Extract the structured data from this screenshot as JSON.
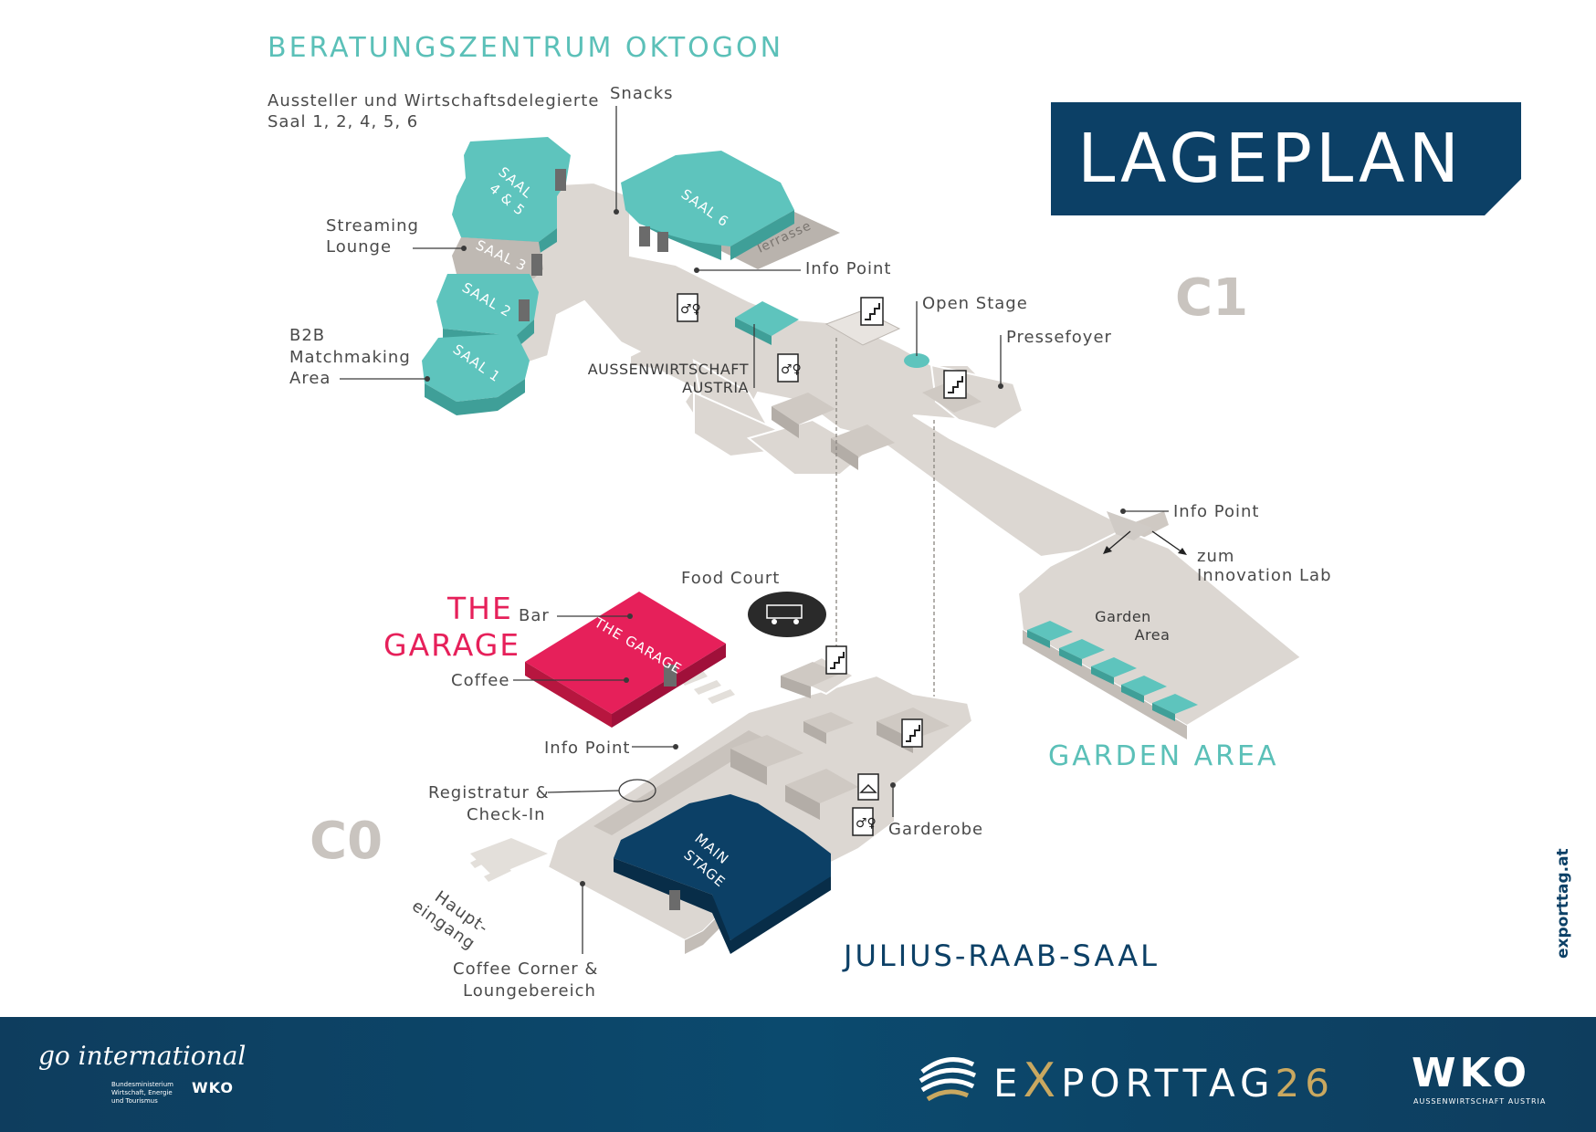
{
  "title": "LAGEPLAN",
  "halls": {
    "oktogon": "BERATUNGSZENTRUM OKTOGON",
    "garden": "GARDEN AREA",
    "julius": "JULIUS-RAAB-SAAL",
    "garage_line1": "THE",
    "garage_line2": "GARAGE"
  },
  "levels": {
    "c1": "C1",
    "c0": "C0"
  },
  "rooms": {
    "saal45_a": "SAAL",
    "saal45_b": "4 & 5",
    "saal6": "SAAL 6",
    "saal3": "SAAL 3",
    "saal2": "SAAL 2",
    "saal1": "SAAL 1",
    "terrasse": "Terrasse",
    "garage_room": "THE GARAGE",
    "main_a": "MAIN",
    "main_b": "STAGE",
    "garden_a": "Garden",
    "garden_b": "Area"
  },
  "labels": {
    "aussteller_1": "Aussteller und Wirtschaftsdelegierte",
    "aussteller_2": "Saal 1, 2, 4, 5, 6",
    "snacks": "Snacks",
    "streaming_1": "Streaming",
    "streaming_2": "Lounge",
    "b2b_1": "B2B",
    "b2b_2": "Matchmaking",
    "b2b_3": "Area",
    "info_point_top": "Info Point",
    "open_stage": "Open Stage",
    "pressefoyer": "Pressefoyer",
    "awa_1": "AUSSENWIRTSCHAFT",
    "awa_2": "AUSTRIA",
    "info_point_right": "Info Point",
    "innovation_1": "zum",
    "innovation_2": "Innovation Lab",
    "food_court": "Food Court",
    "bar": "Bar",
    "coffee": "Coffee",
    "info_point_c0": "Info Point",
    "registratur_1": "Registratur &",
    "registratur_2": "Check-In",
    "garderobe": "Garderobe",
    "haupt_1": "Haupt-",
    "haupt_2": "eingang",
    "coffee_corner_1": "Coffee Corner &",
    "coffee_corner_2": "Loungebereich"
  },
  "side_url": "exporttag.at",
  "footer": {
    "go_international": "go international",
    "ministry_1": "Bundesministerium",
    "ministry_2": "Wirtschaft, Energie",
    "ministry_3": "und Tourismus",
    "wko_small": "WKO",
    "event_prefix": "E",
    "event_x": "X",
    "event_mid": "PORTTAG",
    "event_year": "26",
    "wko": "WKO",
    "wko_sub": "AUSSENWIRTSCHAFT AUSTRIA"
  },
  "colors": {
    "teal": "#5ec4bd",
    "navy": "#0c4066",
    "garage": "#e6205a",
    "floor": "#dcd7d2",
    "gold": "#c9a860"
  }
}
